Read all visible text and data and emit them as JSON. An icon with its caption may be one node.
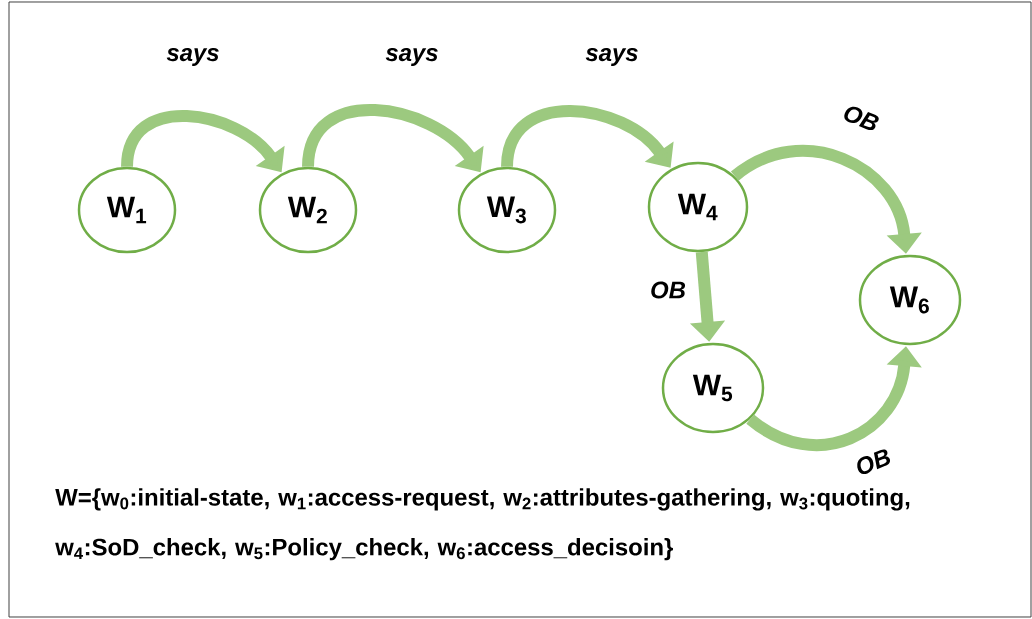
{
  "diagram": {
    "nodes": [
      {
        "text": [
          "W$_{1}$"
        ]
      },
      {
        "text": [
          "W$_{2}$"
        ]
      },
      {
        "text": [
          "W$_{3}$"
        ]
      },
      {
        "text": [
          "W$_{4}$"
        ]
      },
      {
        "text": [
          "W$_{5}$"
        ]
      },
      {
        "text": [
          "W$_{6}$"
        ]
      }
    ],
    "edges": [
      {
        "from": 0,
        "to": 1,
        "arrow": "to",
        "label": "says"
      },
      {
        "from": 1,
        "to": 2,
        "arrow": "to",
        "label": "says"
      },
      {
        "from": 2,
        "to": 3,
        "arrow": "to",
        "label": "says"
      },
      {
        "from": 3,
        "to": 5,
        "arrow": "to",
        "label": "OB"
      },
      {
        "from": 3,
        "to": 4,
        "arrow": "to",
        "label": "OB"
      },
      {
        "from": 4,
        "to": 5,
        "arrow": "to",
        "label": "OB"
      }
    ],
    "labels": [
      "W={w$_{0}$:initial-state, w$_{1}$:access-request, w$_{2}$:attributes-gathering, w$_{3}$:quoting, w$_{4}$:SoD_check, w$_{5}$:Policy_check, w$_{6}$:access_decisoin}"
    ]
  }
}
